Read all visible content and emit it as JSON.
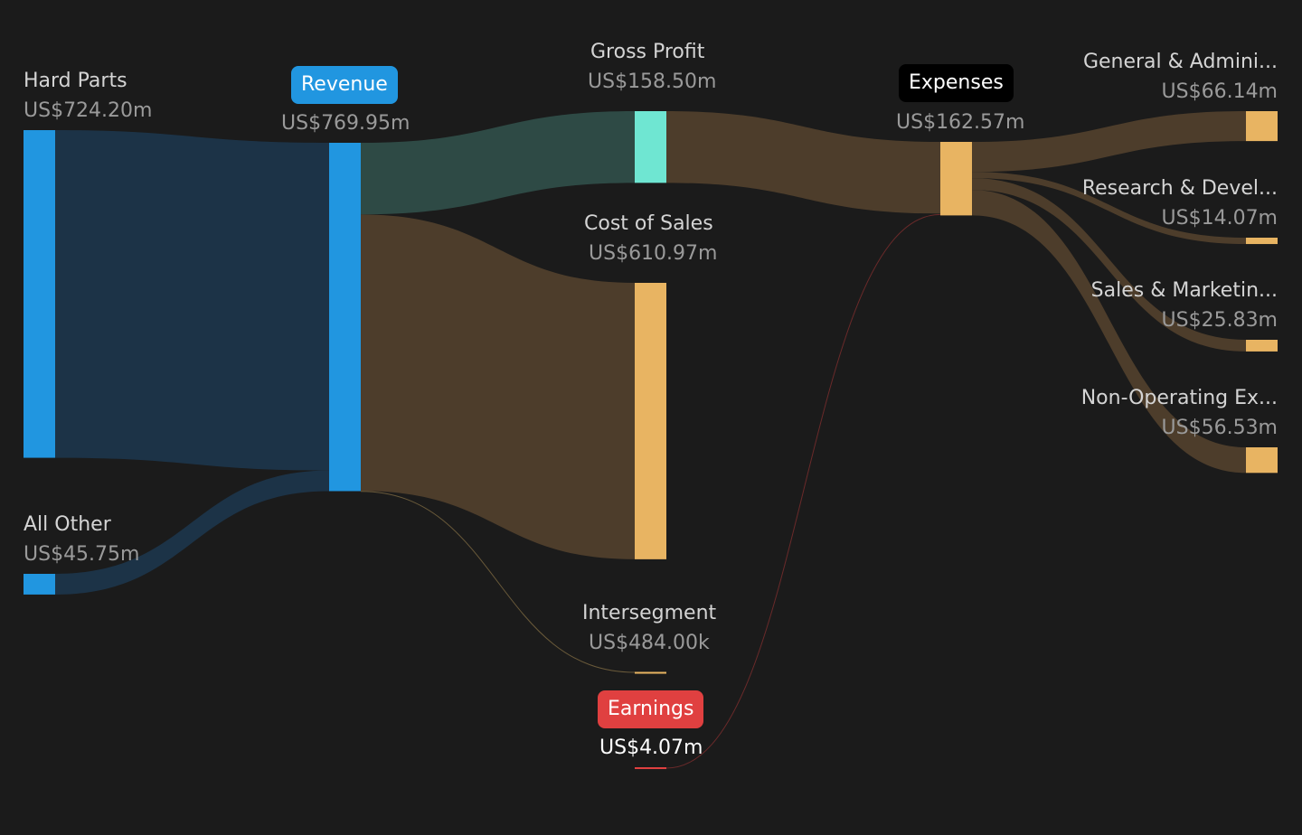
{
  "colors": {
    "background": "#1b1b1b",
    "revenue_node": "#2196e0",
    "revenue_flow": "#1c3347",
    "profit_node": "#6fe6d2",
    "profit_flow": "#2e4a45",
    "expense_node": "#e8b462",
    "expense_flow": "#4d3d2b",
    "earnings": "#e04040",
    "expenses_pill": "#000000"
  },
  "chart_data": {
    "type": "sankey",
    "nodes": [
      {
        "id": "hard_parts",
        "name": "Hard Parts",
        "value_label": "US$724.20m",
        "value": 724.2
      },
      {
        "id": "all_other",
        "name": "All Other",
        "value_label": "US$45.75m",
        "value": 45.75
      },
      {
        "id": "revenue",
        "name": "Revenue",
        "value_label": "US$769.95m",
        "value": 769.95
      },
      {
        "id": "gross_profit",
        "name": "Gross Profit",
        "value_label": "US$158.50m",
        "value": 158.5
      },
      {
        "id": "cost_of_sales",
        "name": "Cost of Sales",
        "value_label": "US$610.97m",
        "value": 610.97
      },
      {
        "id": "intersegment",
        "name": "Intersegment",
        "value_label": "US$484.00k",
        "value": 0.484
      },
      {
        "id": "earnings",
        "name": "Earnings",
        "value_label": "US$4.07m",
        "value": 4.07
      },
      {
        "id": "expenses",
        "name": "Expenses",
        "value_label": "US$162.57m",
        "value": 162.57
      },
      {
        "id": "ga",
        "name": "General & Admini...",
        "value_label": "US$66.14m",
        "value": 66.14
      },
      {
        "id": "rd",
        "name": "Research & Devel...",
        "value_label": "US$14.07m",
        "value": 14.07
      },
      {
        "id": "sm",
        "name": "Sales & Marketin...",
        "value_label": "US$25.83m",
        "value": 25.83
      },
      {
        "id": "nonop",
        "name": "Non-Operating Ex...",
        "value_label": "US$56.53m",
        "value": 56.53
      }
    ],
    "links": [
      {
        "source": "hard_parts",
        "target": "revenue",
        "value": 724.2
      },
      {
        "source": "all_other",
        "target": "revenue",
        "value": 45.75
      },
      {
        "source": "revenue",
        "target": "gross_profit",
        "value": 158.5
      },
      {
        "source": "revenue",
        "target": "cost_of_sales",
        "value": 610.97
      },
      {
        "source": "revenue",
        "target": "intersegment",
        "value": 0.484
      },
      {
        "source": "gross_profit",
        "target": "expenses",
        "value": 158.5
      },
      {
        "source": "earnings",
        "target": "expenses",
        "value": 4.07
      },
      {
        "source": "expenses",
        "target": "ga",
        "value": 66.14
      },
      {
        "source": "expenses",
        "target": "rd",
        "value": 14.07
      },
      {
        "source": "expenses",
        "target": "sm",
        "value": 25.83
      },
      {
        "source": "expenses",
        "target": "nonop",
        "value": 56.53
      }
    ]
  }
}
